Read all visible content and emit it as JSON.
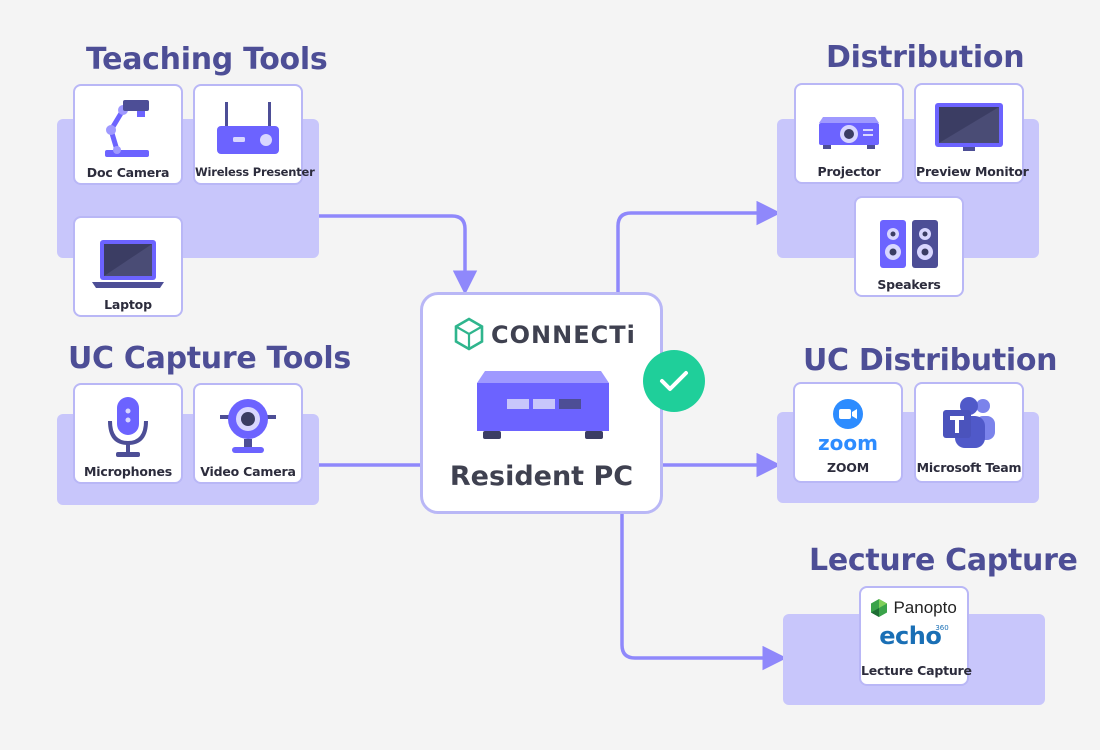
{
  "groups": {
    "teaching_tools": {
      "title": "Teaching Tools",
      "items": [
        "Doc Camera",
        "Wireless Presenter",
        "Laptop"
      ]
    },
    "uc_capture_tools": {
      "title": "UC Capture Tools",
      "items": [
        "Microphones",
        "Video Camera"
      ]
    },
    "distribution": {
      "title": "Distribution",
      "items": [
        "Projector",
        "Preview Monitor",
        "Speakers"
      ]
    },
    "uc_distribution": {
      "title": "UC Distribution",
      "items": [
        "ZOOM",
        "Microsoft Team"
      ],
      "zoom_wordmark": "zoom"
    },
    "lecture_capture": {
      "title": "Lecture Capture",
      "items": [
        "Lecture Capture"
      ],
      "panopto_wordmark": "Panopto",
      "echo_wordmark": "echo",
      "echo_badge": "360"
    }
  },
  "center": {
    "brand": "CONNECTi",
    "title": "Resident PC"
  },
  "colors": {
    "background": "#f4f4f4",
    "panel": "#c8c6fb",
    "card_border": "#b9b7f6",
    "accent": "#6c63ff",
    "connector": "#8f88fb",
    "heading": "#4d4e96",
    "check": "#1fcf9a",
    "brand_icon": "#2fb58d"
  },
  "icons": {
    "doc_camera": "doc-camera-icon",
    "wireless_presenter": "router-icon",
    "laptop": "laptop-icon",
    "microphones": "microphone-icon",
    "video_camera": "webcam-icon",
    "projector": "projector-icon",
    "preview_monitor": "monitor-icon",
    "speakers": "speakers-icon",
    "zoom": "zoom-logo",
    "microsoft_team": "teams-logo",
    "center": "mini-pc-icon",
    "status": "check-icon"
  }
}
